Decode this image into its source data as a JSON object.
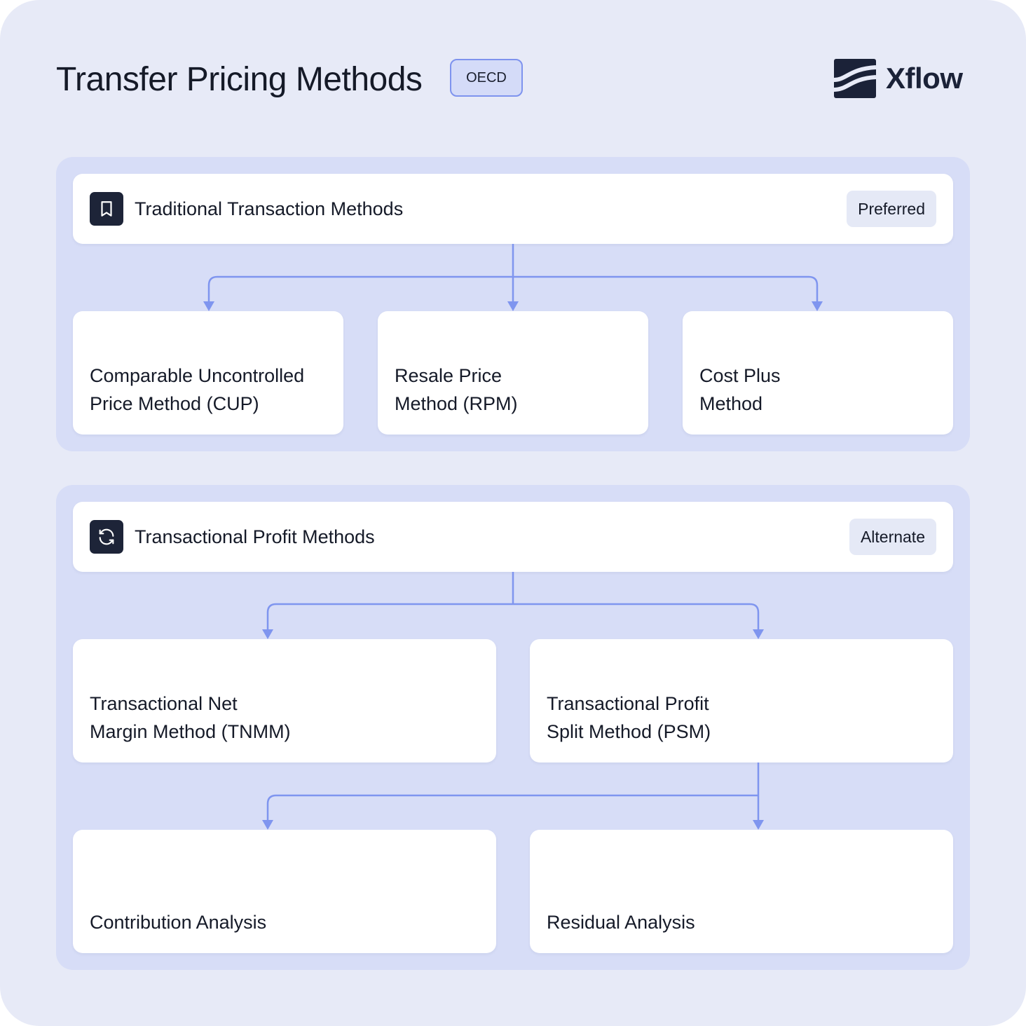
{
  "header": {
    "title": "Transfer Pricing Methods",
    "tag": "OECD"
  },
  "logo": {
    "name": "Xflow",
    "icon": "xflow-logo-icon"
  },
  "colors": {
    "background": "#e7eaf7",
    "group": "#d7ddf7",
    "connector": "#7f95ef",
    "icon_tile": "#1d2438"
  },
  "groups": [
    {
      "title": "Traditional Transaction Methods",
      "badge": "Preferred",
      "icon": "bookmark-icon",
      "methods": [
        "Comparable Uncontrolled\nPrice Method (CUP)",
        "Resale Price\nMethod (RPM)",
        "Cost Plus\nMethod"
      ]
    },
    {
      "title": "Transactional Profit Methods",
      "badge": "Alternate",
      "icon": "refresh-icon",
      "methods": [
        "Transactional Net\nMargin Method (TNMM)",
        "Transactional Profit\nSplit Method (PSM)"
      ],
      "psm_approaches": [
        "Contribution Analysis",
        "Residual Analysis"
      ]
    }
  ]
}
